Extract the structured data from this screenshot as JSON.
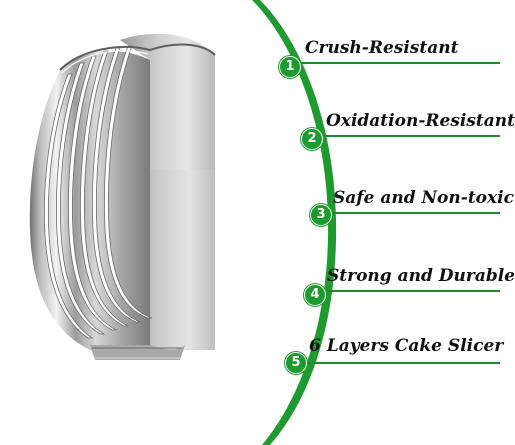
{
  "colors": {
    "accent_green": "#1e9a2e",
    "line_green": "#1e8a2a",
    "text": "#111111",
    "steel_light": "#e9e9e9",
    "steel_dark": "#8a8a8a"
  },
  "product": {
    "icon": "cake-slicer-ring-icon"
  },
  "features": [
    {
      "number": "1",
      "label": "Crush-Resistant"
    },
    {
      "number": "2",
      "label": "Oxidation-Resistant"
    },
    {
      "number": "3",
      "label": "Safe and Non-toxic"
    },
    {
      "number": "4",
      "label": "Strong and Durable"
    },
    {
      "number": "5",
      "label": "6 Layers Cake Slicer"
    }
  ]
}
